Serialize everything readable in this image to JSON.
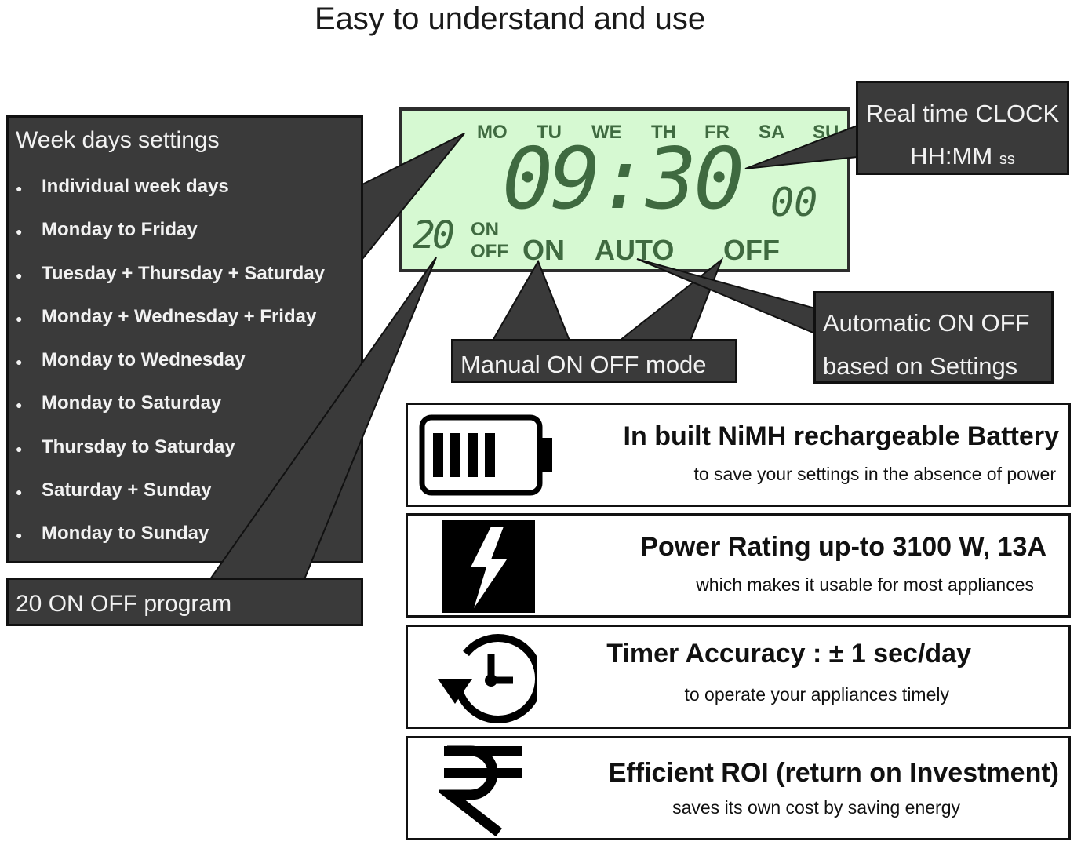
{
  "title": "Easy to understand and use",
  "weekdays": {
    "heading": "Week days settings",
    "items": [
      "Individual week days",
      "Monday to Friday",
      "Tuesday + Thursday + Saturday",
      "Monday + Wednesday + Friday",
      "Monday to Wednesday",
      "Monday to Saturday",
      "Thursday to Saturday",
      "Saturday + Sunday",
      "Monday to Sunday"
    ]
  },
  "program": "20 ON OFF program",
  "lcd": {
    "days": [
      "MO",
      "TU",
      "WE",
      "TH",
      "FR",
      "SA",
      "SU"
    ],
    "time": "09:30",
    "seconds": "00",
    "program_count": "20",
    "on": "ON",
    "off": "OFF",
    "mode_on": "ON",
    "mode_auto": "AUTO",
    "mode_off": "OFF"
  },
  "clock": {
    "line1": "Real time CLOCK",
    "line2": "HH:MM",
    "ss": "ss"
  },
  "manual": "Manual ON OFF mode",
  "automatic": {
    "line1": "Automatic ON OFF",
    "line2": "based on Settings"
  },
  "features": [
    {
      "icon": "battery-icon",
      "title": "In built NiMH rechargeable Battery",
      "subtitle": "to save your settings in the absence of power"
    },
    {
      "icon": "lightning-icon",
      "title": "Power Rating up-to 3100 W, 13A",
      "subtitle": "which makes it usable for most appliances"
    },
    {
      "icon": "clock-history-icon",
      "title": "Timer Accuracy : ± 1 sec/day",
      "subtitle": "to operate your appliances timely"
    },
    {
      "icon": "rupee-icon",
      "title": "Efficient ROI (return on Investment)",
      "subtitle": "saves its own cost by saving energy"
    }
  ],
  "colors": {
    "callout": "#3a3a3a",
    "lcd_bg": "#d6f9d2",
    "lcd_text": "#3f6a40"
  }
}
